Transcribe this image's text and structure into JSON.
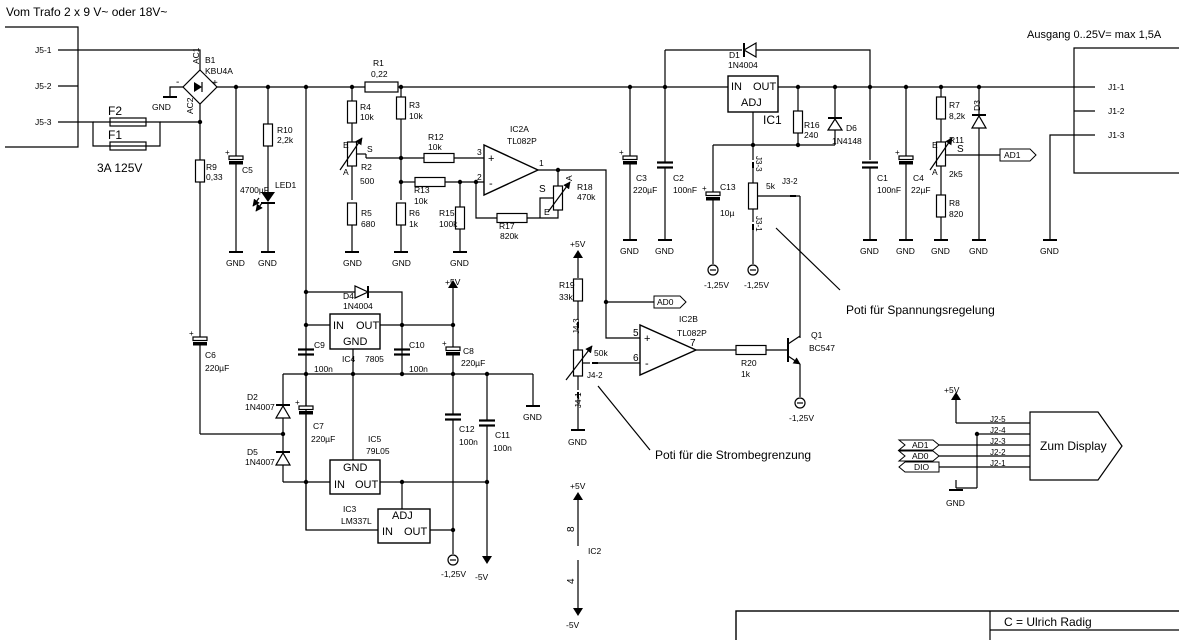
{
  "header": {
    "trafo_note": "Vom Trafo 2 x 9 V~ oder 18V~",
    "output_note": "Ausgang 0..25V= max 1,5A"
  },
  "connectors": {
    "j5_1": "J5-1",
    "j5_2": "J5-2",
    "j5_3": "J5-3",
    "j1_1": "J1-1",
    "j1_2": "J1-2",
    "j1_3": "J1-3",
    "j2_5": "J2-5",
    "j2_4": "J2-4",
    "j2_3": "J2-3",
    "j2_2": "J2-2",
    "j2_1": "J2-1",
    "j3_1": "J3-1",
    "j3_2": "J3-2",
    "j3_3": "J3-3",
    "j4_1": "J4-1",
    "j4_2": "J4-2",
    "j4_3": "J4-3"
  },
  "fuses": {
    "f1": "F1",
    "f2": "F2",
    "rating": "3A 125V"
  },
  "bridge": {
    "name": "B1",
    "type": "KBU4A",
    "ac1": "AC1",
    "ac2": "AC2",
    "plus": "+",
    "minus": "-"
  },
  "resistors": {
    "r1": {
      "name": "R1",
      "value": "0,22"
    },
    "r3": {
      "name": "R3",
      "value": "10k"
    },
    "r4": {
      "name": "R4",
      "value": "10k"
    },
    "r5": {
      "name": "R5",
      "value": "680"
    },
    "r6": {
      "name": "R6",
      "value": "1k"
    },
    "r7": {
      "name": "R7",
      "value": "8,2k"
    },
    "r8": {
      "name": "R8",
      "value": "820"
    },
    "r9": {
      "name": "R9",
      "value": "0,33"
    },
    "r10": {
      "name": "R10",
      "value": "2,2k"
    },
    "r12": {
      "name": "R12",
      "value": "10k"
    },
    "r13": {
      "name": "R13",
      "value": "10k"
    },
    "r15": {
      "name": "R15",
      "value": "100k"
    },
    "r16": {
      "name": "R16",
      "value": "240"
    },
    "r17": {
      "name": "R17",
      "value": "820k"
    },
    "r19": {
      "name": "R19",
      "value": "33k"
    },
    "r20": {
      "name": "R20",
      "value": "1k"
    }
  },
  "pots": {
    "r2": {
      "name": "R2",
      "value": "500"
    },
    "r11": {
      "name": "R11",
      "value": "2k5"
    },
    "r18": {
      "name": "R18",
      "value": "470k"
    },
    "p5k": {
      "value": "5k"
    },
    "p50k": {
      "value": "50k"
    },
    "pin_a": "A",
    "pin_e": "E",
    "pin_s": "S"
  },
  "capacitors": {
    "c1": {
      "name": "C1",
      "value": "100nF"
    },
    "c2": {
      "name": "C2",
      "value": "100nF"
    },
    "c3": {
      "name": "C3",
      "value": "220µF"
    },
    "c4": {
      "name": "C4",
      "value": "22µF"
    },
    "c5": {
      "name": "C5",
      "value": "4700µF"
    },
    "c6": {
      "name": "C6",
      "value": "220µF"
    },
    "c7": {
      "name": "C7",
      "value": "220µF"
    },
    "c8": {
      "name": "C8",
      "value": "220µF"
    },
    "c9": {
      "name": "C9",
      "value": "100n"
    },
    "c10": {
      "name": "C10",
      "value": "100n"
    },
    "c11": {
      "name": "C11",
      "value": "100n"
    },
    "c12": {
      "name": "C12",
      "value": "100n"
    },
    "c13": {
      "name": "C13",
      "value": "10µ"
    }
  },
  "diodes": {
    "d1": {
      "name": "D1",
      "value": "1N4004"
    },
    "d2": {
      "name": "D2",
      "value": "1N4007"
    },
    "d3": {
      "name": "D3"
    },
    "d4": {
      "name": "D4",
      "value": "1N4004"
    },
    "d5": {
      "name": "D5",
      "value": "1N4007"
    },
    "d6": {
      "name": "D6",
      "value": "1N4148"
    },
    "led1": "LED1"
  },
  "ics": {
    "ic1": {
      "name": "IC1",
      "in": "IN",
      "out": "OUT",
      "adj": "ADJ"
    },
    "ic2a": {
      "name": "IC2A",
      "type": "TL082P"
    },
    "ic2b": {
      "name": "IC2B",
      "type": "TL082P"
    },
    "ic2": {
      "name": "IC2",
      "pin8": "8",
      "pin4": "4"
    },
    "ic3": {
      "name": "IC3",
      "type": "LM337L",
      "in": "IN",
      "out": "OUT",
      "adj": "ADJ"
    },
    "ic4": {
      "name": "IC4",
      "type": "7805",
      "in": "IN",
      "out": "OUT",
      "gnd": "GND"
    },
    "ic5": {
      "name": "IC5",
      "type": "79L05",
      "in": "IN",
      "out": "OUT",
      "gnd": "GND"
    }
  },
  "opamp_pins": {
    "p1": "1",
    "p2": "2",
    "p3": "3",
    "p5": "5",
    "p6": "6",
    "p7": "7",
    "plus": "+",
    "minus": "-"
  },
  "transistor": {
    "name": "Q1",
    "type": "BC547"
  },
  "rails": {
    "gnd": "GND",
    "plus5": "+5V",
    "minus5": "-5V",
    "minus125": "-1,25V"
  },
  "signals": {
    "ad0": "AD0",
    "ad1": "AD1",
    "dio": "DIO"
  },
  "annotations": {
    "voltage_pot": "Poti für Spannungsregelung",
    "current_pot": "Poti für die Strombegrenzung",
    "display": "Zum Display"
  },
  "title_block": {
    "copyright": "C = Ulrich Radig"
  }
}
